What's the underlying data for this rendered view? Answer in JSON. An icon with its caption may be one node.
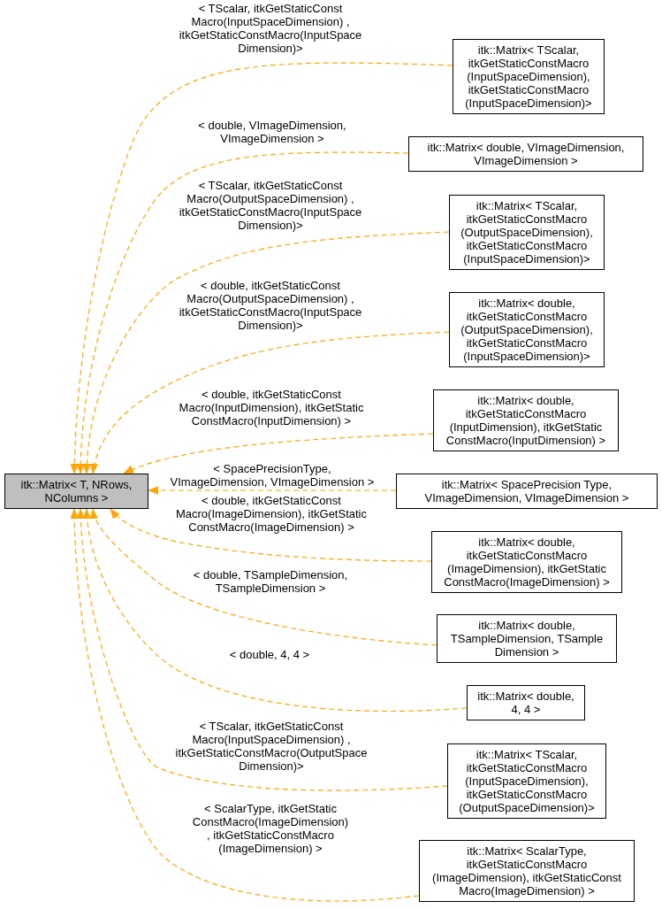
{
  "diagram": {
    "nodes": [
      {
        "text": [
          "itk::Matrix< T, NRows, NColumns >"
        ]
      },
      {
        "text": [
          "itk::Matrix< TScalar, itkGetStaticConstMacro (InputSpaceDimension), itkGetStaticConstMacro (InputSpaceDimension)>"
        ]
      },
      {
        "text": [
          "itk::Matrix< double, VImageDimension, VImageDimension >"
        ]
      },
      {
        "text": [
          "itk::Matrix< TScalar, itkGetStaticConstMacro (OutputSpaceDimension), itkGetStaticConstMacro (InputSpaceDimension)>"
        ]
      },
      {
        "text": [
          "itk::Matrix< double, itkGetStaticConstMacro (OutputSpaceDimension), itkGetStaticConstMacro (InputSpaceDimension)>"
        ]
      },
      {
        "text": [
          "itk::Matrix< double, itkGetStaticConstMacro (InputDimension), itkGetStatic ConstMacro(InputDimension) >"
        ]
      },
      {
        "text": [
          "itk::Matrix< SpacePrecision Type, VImageDimension, VImageDimension >"
        ]
      },
      {
        "text": [
          "itk::Matrix< double, itkGetStaticConstMacro (ImageDimension), itkGetStatic ConstMacro(ImageDimension) >"
        ]
      },
      {
        "text": [
          "itk::Matrix< double, TSampleDimension, TSample Dimension >"
        ]
      },
      {
        "text": [
          "itk::Matrix< double, 4, 4 >"
        ]
      },
      {
        "text": [
          "itk::Matrix< TScalar, itkGetStaticConstMacro (InputSpaceDimension), itkGetStaticConstMacro (OutputSpaceDimension)>"
        ]
      },
      {
        "text": [
          "itk::Matrix< ScalarType, itkGetStaticConstMacro (ImageDimension), itkGetStaticConst Macro(ImageDimension) >"
        ]
      }
    ],
    "edges": [
      {
        "from": 1,
        "to": 0,
        "arrow": "to",
        "label": "< TScalar, itkGetStaticConst Macro(InputSpaceDimension) , itkGetStaticConstMacro(InputSpace Dimension)>",
        "style": "dashed",
        "color": "#ffa500"
      },
      {
        "from": 2,
        "to": 0,
        "arrow": "to",
        "label": "< double, VImageDimension, VImageDimension >",
        "style": "dashed",
        "color": "#ffa500"
      },
      {
        "from": 3,
        "to": 0,
        "arrow": "to",
        "label": "< TScalar, itkGetStaticConst Macro(OutputSpaceDimension) , itkGetStaticConstMacro(InputSpace Dimension)>",
        "style": "dashed",
        "color": "#ffa500"
      },
      {
        "from": 4,
        "to": 0,
        "arrow": "to",
        "label": "< double, itkGetStaticConst Macro(OutputSpaceDimension) , itkGetStaticConstMacro(InputSpace Dimension)>",
        "style": "dashed",
        "color": "#ffa500"
      },
      {
        "from": 5,
        "to": 0,
        "arrow": "to",
        "label": "< double, itkGetStaticConst Macro(InputDimension), itkGetStatic ConstMacro(InputDimension) >",
        "style": "dashed",
        "color": "#ffa500"
      },
      {
        "from": 6,
        "to": 0,
        "arrow": "to",
        "label": "< SpacePrecisionType, VImageDimension, VImageDimension >",
        "style": "dashed",
        "color": "#ffa500"
      },
      {
        "from": 7,
        "to": 0,
        "arrow": "to",
        "label": "< double, itkGetStaticConst Macro(ImageDimension), itkGetStatic ConstMacro(ImageDimension) >",
        "style": "dashed",
        "color": "#ffa500"
      },
      {
        "from": 8,
        "to": 0,
        "arrow": "to",
        "label": "< double, TSampleDimension, TSampleDimension >",
        "style": "dashed",
        "color": "#ffa500"
      },
      {
        "from": 9,
        "to": 0,
        "arrow": "to",
        "label": "< double, 4, 4 >",
        "style": "dashed",
        "color": "#ffa500"
      },
      {
        "from": 10,
        "to": 0,
        "arrow": "to",
        "label": "< TScalar, itkGetStaticConst Macro(InputSpaceDimension) , itkGetStaticConstMacro(OutputSpace Dimension)>",
        "style": "dashed",
        "color": "#ffa500"
      },
      {
        "from": 11,
        "to": 0,
        "arrow": "to",
        "label": "< ScalarType, itkGetStatic ConstMacro(ImageDimension) , itkGetStaticConstMacro (ImageDimension) >",
        "style": "dashed",
        "color": "#ffa500"
      }
    ]
  }
}
